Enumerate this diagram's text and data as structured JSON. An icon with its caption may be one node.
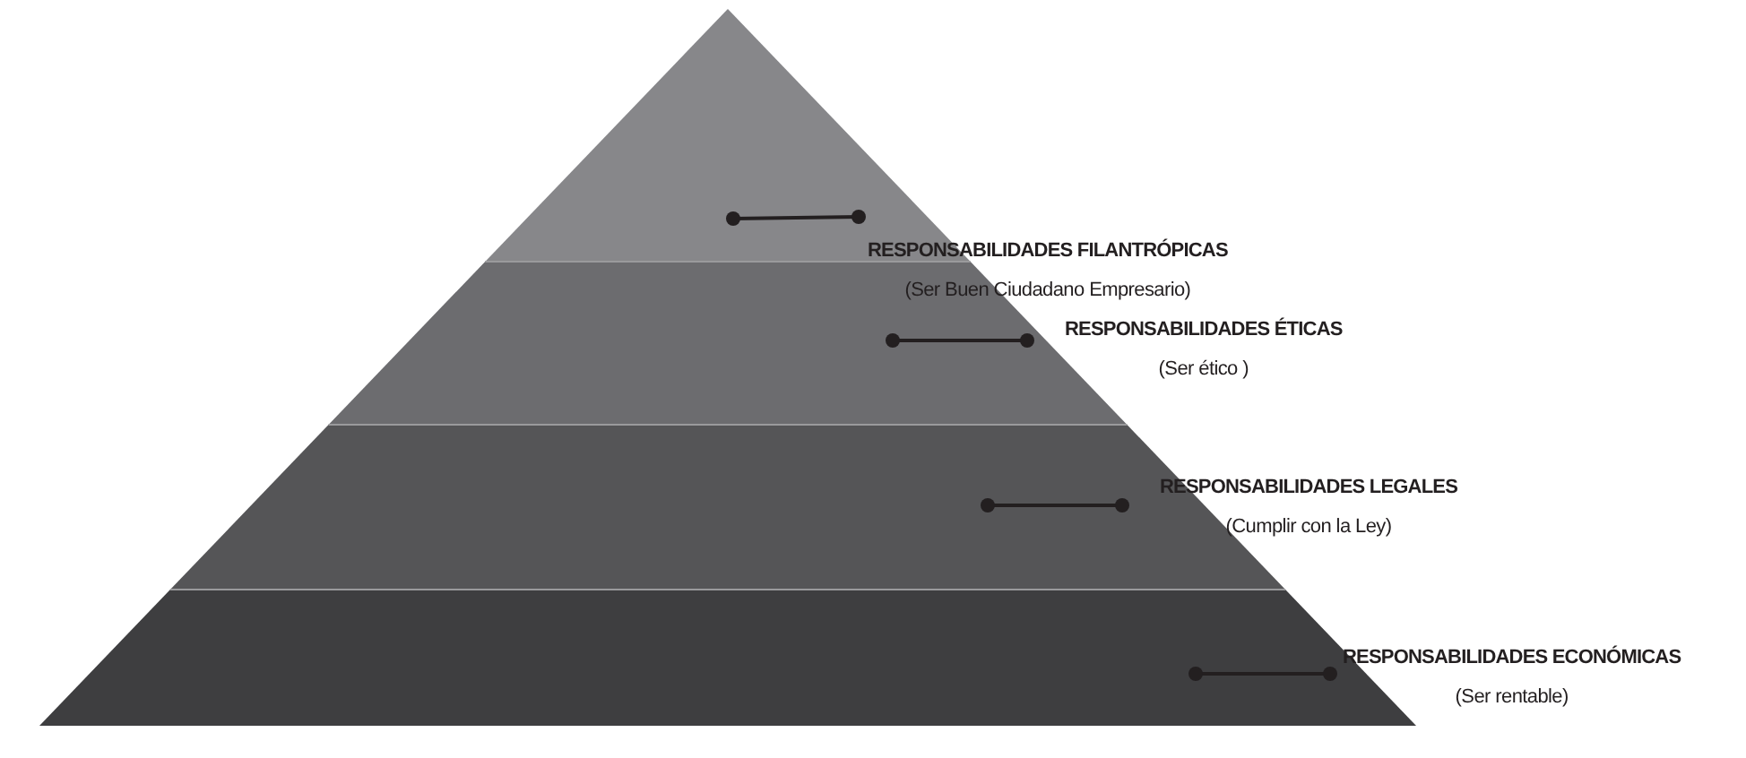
{
  "diagram": {
    "nodes": [
      {
        "text": [],
        "shape": "triangle"
      },
      {
        "text": [
          "RESPONSABILIDADES FILANTRÓPICAS",
          "(Ser Buen Ciudadano  Empresario)"
        ]
      },
      {
        "text": [],
        "shape": "trapezoid"
      },
      {
        "text": [
          "RESPONSABILIDADES ÉTICAS",
          "(Ser ético )"
        ]
      },
      {
        "text": [],
        "shape": "trapezoid"
      },
      {
        "text": [
          "RESPONSABILIDADES LEGALES",
          "(Cumplir con la Ley)"
        ]
      },
      {
        "text": [],
        "shape": "trapezoid"
      },
      {
        "text": [
          "RESPONSABILIDADES ECONÓMICAS",
          "(Ser rentable)"
        ]
      }
    ],
    "edges": [
      {
        "from": 1,
        "to": 0,
        "arrow": "other"
      },
      {
        "from": 3,
        "to": 2,
        "arrow": "other"
      },
      {
        "from": 5,
        "to": 4,
        "arrow": "other"
      },
      {
        "from": 7,
        "to": 6,
        "arrow": "other"
      }
    ]
  }
}
